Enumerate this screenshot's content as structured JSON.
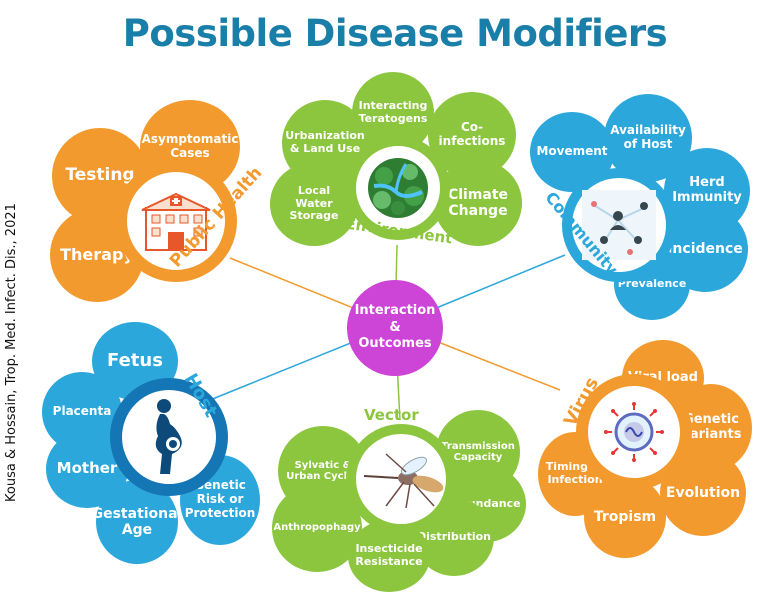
{
  "title": "Possible Disease Modifiers",
  "credit": "Kousa & Hossain, Trop. Med. Infect. Dis., 2021",
  "center_label": "Interaction & Outcomes",
  "colors": {
    "title": "#1a7fa8",
    "public_health": "#f39a2e",
    "environment": "#8cc63f",
    "community": "#2ca7dc",
    "host": "#2ca7dc",
    "vector": "#8cc63f",
    "virus": "#f39a2e",
    "center": "#cc45d6"
  },
  "groups": {
    "public_health": {
      "name": "Public Health",
      "icon": "hospital-icon",
      "items": [
        "Testing",
        "Asymptomatic Cases",
        "Therapy"
      ]
    },
    "environment": {
      "name": "Environment",
      "icon": "forest-river-icon",
      "items": [
        "Interacting Teratogens",
        "Urbanization & Land Use",
        "Co-infections",
        "Local Water Storage",
        "Climate Change"
      ]
    },
    "community": {
      "name": "Community",
      "icon": "people-network-icon",
      "items": [
        "Availability of Host",
        "Movement",
        "Herd Immunity",
        "Incidence",
        "Prevalence"
      ]
    },
    "host": {
      "name": "Host",
      "icon": "pregnant-woman-icon",
      "items": [
        "Fetus",
        "Placenta",
        "Mother",
        "Gestational Age",
        "Genetic Risk or Protection"
      ]
    },
    "vector": {
      "name": "Vector",
      "icon": "mosquito-icon",
      "items": [
        "Sylvatic & Urban Cycles",
        "Transmission Capacity",
        "Abundance",
        "Anthropophagy",
        "Distribution",
        "Insecticide Resistance"
      ]
    },
    "virus": {
      "name": "Virus",
      "icon": "virus-particle-icon",
      "items": [
        "Viral load",
        "Genetic Variants",
        "Timing of Infection",
        "Evolution",
        "Tropism"
      ]
    }
  }
}
